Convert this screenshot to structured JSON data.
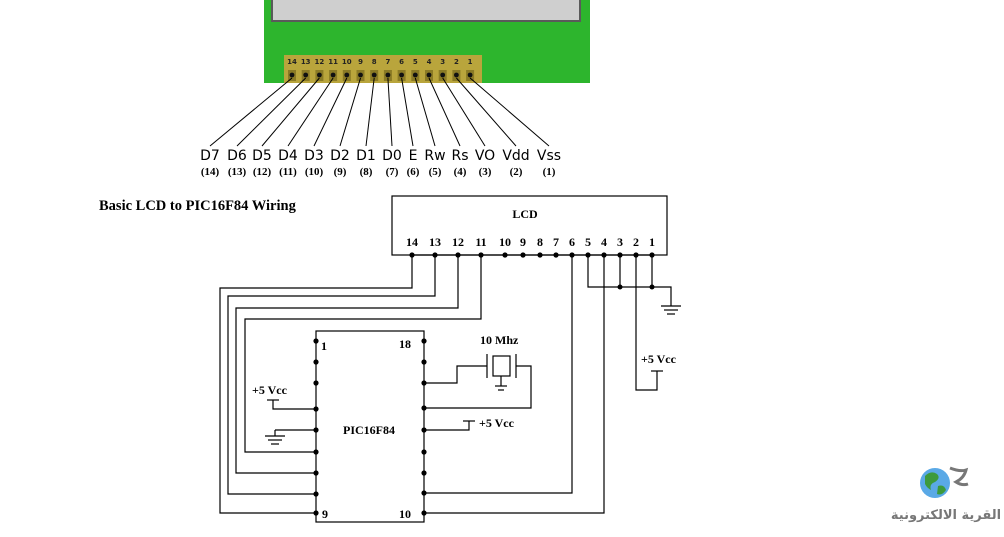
{
  "title": "Basic LCD to PIC16F84 Wiring",
  "lcd_module": {
    "header_numbers": [
      "14",
      "13",
      "12",
      "11",
      "10",
      "9",
      "8",
      "7",
      "6",
      "5",
      "4",
      "3",
      "2",
      "1"
    ],
    "signals": [
      {
        "name": "D7",
        "pin": "(14)"
      },
      {
        "name": "D6",
        "pin": "(13)"
      },
      {
        "name": "D5",
        "pin": "(12)"
      },
      {
        "name": "D4",
        "pin": "(11)"
      },
      {
        "name": "D3",
        "pin": "(10)"
      },
      {
        "name": "D2",
        "pin": "(9)"
      },
      {
        "name": "D1",
        "pin": "(8)"
      },
      {
        "name": "D0",
        "pin": "(7)"
      },
      {
        "name": "E",
        "pin": "(6)"
      },
      {
        "name": "Rw",
        "pin": "(5)"
      },
      {
        "name": "Rs",
        "pin": "(4)"
      },
      {
        "name": "VO",
        "pin": "(3)"
      },
      {
        "name": "Vdd",
        "pin": "(2)"
      },
      {
        "name": "Vss",
        "pin": "(1)"
      }
    ],
    "colors": {
      "pcb": "#2db52d",
      "screen": "#c8c8c8",
      "header": "#b8a23a"
    }
  },
  "schematic": {
    "lcd_label": "LCD",
    "lcd_pins": [
      "14",
      "13",
      "12",
      "11",
      "10",
      "9",
      "8",
      "7",
      "6",
      "5",
      "4",
      "3",
      "2",
      "1"
    ],
    "chip_label": "PIC16F84",
    "chip_pins": {
      "top_left": "1",
      "top_right": "18",
      "bottom_left": "9",
      "bottom_right": "10"
    },
    "crystal_label": "10 Mhz",
    "vcc_label": "+5 Vcc"
  },
  "watermark": {
    "text": "القرية الالكترونية",
    "icon": "globe-logo-icon"
  }
}
